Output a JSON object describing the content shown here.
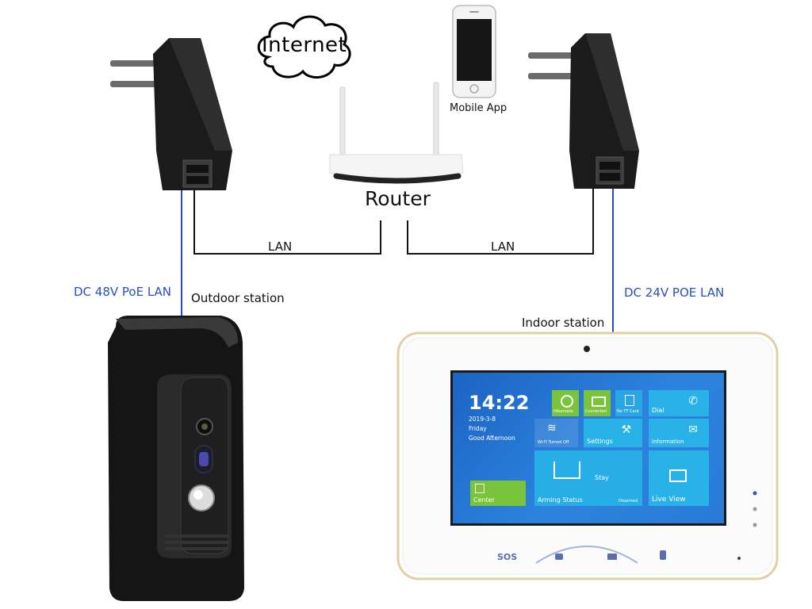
{
  "cloud": {
    "text": "Internet"
  },
  "mobile": {
    "label": "Mobile App"
  },
  "router": {
    "label": "Router"
  },
  "links": {
    "lan_left": "LAN",
    "lan_right": "LAN",
    "poe_left": "DC 48V PoE LAN",
    "poe_right": "DC 24V POE LAN"
  },
  "stations": {
    "outdoor": "Outdoor station",
    "indoor": "Indoor station"
  },
  "screen": {
    "time": "14:22",
    "date": "2019-3-8",
    "day": "Friday",
    "greeting": "Good Afternoon",
    "tiles": {
      "hibernate": "Hibernate",
      "connected": "Connected",
      "no_tf": "No TF Card",
      "dial": "Dial",
      "wifi": "Wi-Fi Turned Off",
      "settings": "Settings",
      "information": "Information",
      "center": "Center",
      "arming": "Arming Status",
      "stay": "Stay",
      "disarmed": "Disarmed",
      "live_view": "Live View"
    }
  },
  "panel": {
    "sos": "SOS"
  },
  "colors": {
    "wire_black": "#111111",
    "wire_blue": "#2e4bb8",
    "label_blue": "#2b4fbf",
    "tile_green": "#76c43a",
    "tile_cyan": "#25b0e6",
    "screen_blue": "#1f6bcc"
  }
}
